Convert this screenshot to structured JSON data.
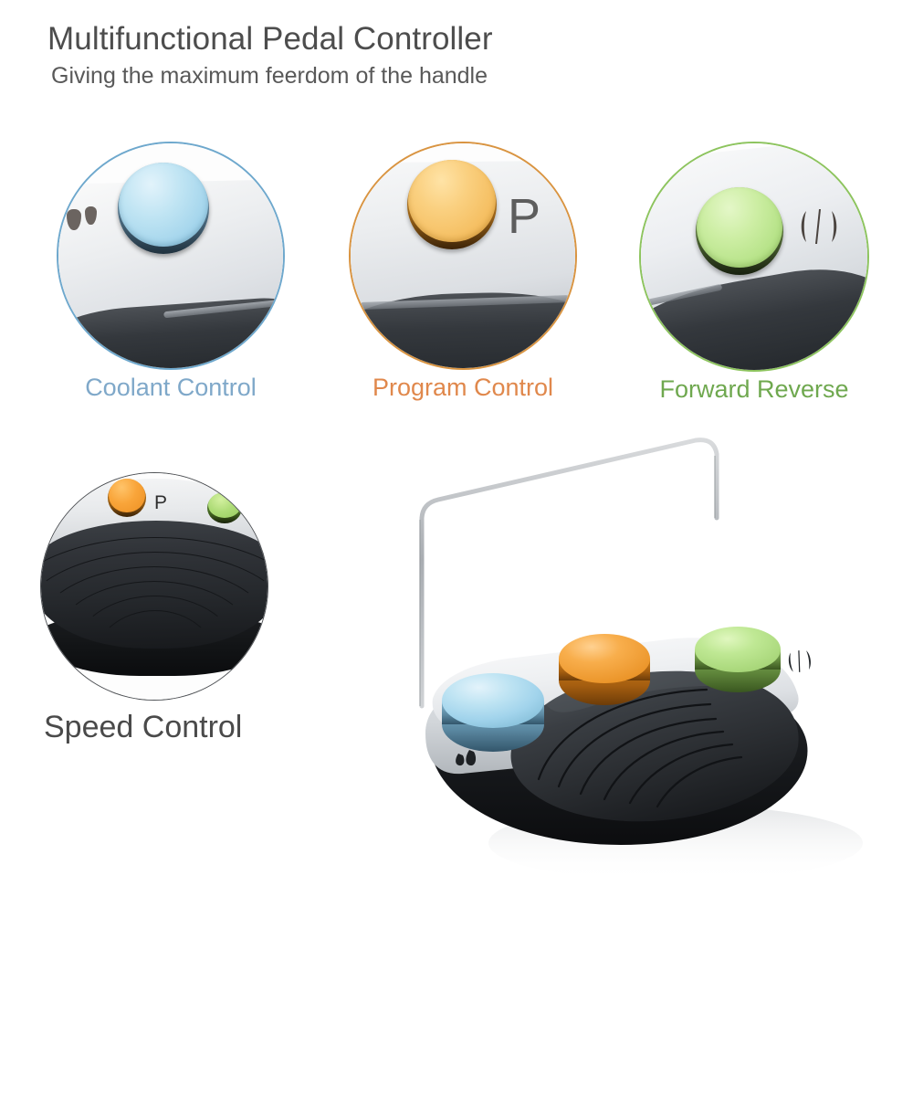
{
  "header": {
    "title": "Multifunctional Pedal Controller",
    "subtitle": "Giving the maximum feerdom of the handle"
  },
  "colors": {
    "title_text": "#4d4d4d",
    "subtitle_text": "#595959",
    "coolant_accent": "#7fa8c9",
    "coolant_ring": "#6ea8cd",
    "coolant_button": "#a4d5ec",
    "program_accent": "#e0884c",
    "program_ring": "#d99441",
    "program_button": "#f5bf62",
    "forward_accent": "#6fa84f",
    "forward_ring": "#8dc45e",
    "forward_button": "#b7e389",
    "speed_accent": "#4a4a4a",
    "speed_ring": "#4f5256",
    "pedal_black": "#22262a",
    "casing_white": "#e9ebee",
    "wire_handle": "#b9bcc0"
  },
  "callouts": [
    {
      "id": "coolant",
      "label": "Coolant Control",
      "button_color_name": "light-blue",
      "icon": "water-drops-icon",
      "marking": ""
    },
    {
      "id": "program",
      "label": "Program Control",
      "button_color_name": "amber",
      "icon": "letter-p",
      "marking": "P"
    },
    {
      "id": "forward",
      "label": "Forward Reverse",
      "button_color_name": "light-green",
      "icon": "forward-reverse-icon",
      "marking": ""
    },
    {
      "id": "speed",
      "label": "Speed Control",
      "button_color_name": "black-pedal",
      "icon": "ribbed-pedal",
      "marking": "P"
    }
  ],
  "product": {
    "name": "foot pedal controller",
    "handle": "wire-carry-handle",
    "button_marking_p": "P",
    "buttons": [
      "coolant-blue",
      "program-orange",
      "forward-green"
    ],
    "watermark": ""
  }
}
